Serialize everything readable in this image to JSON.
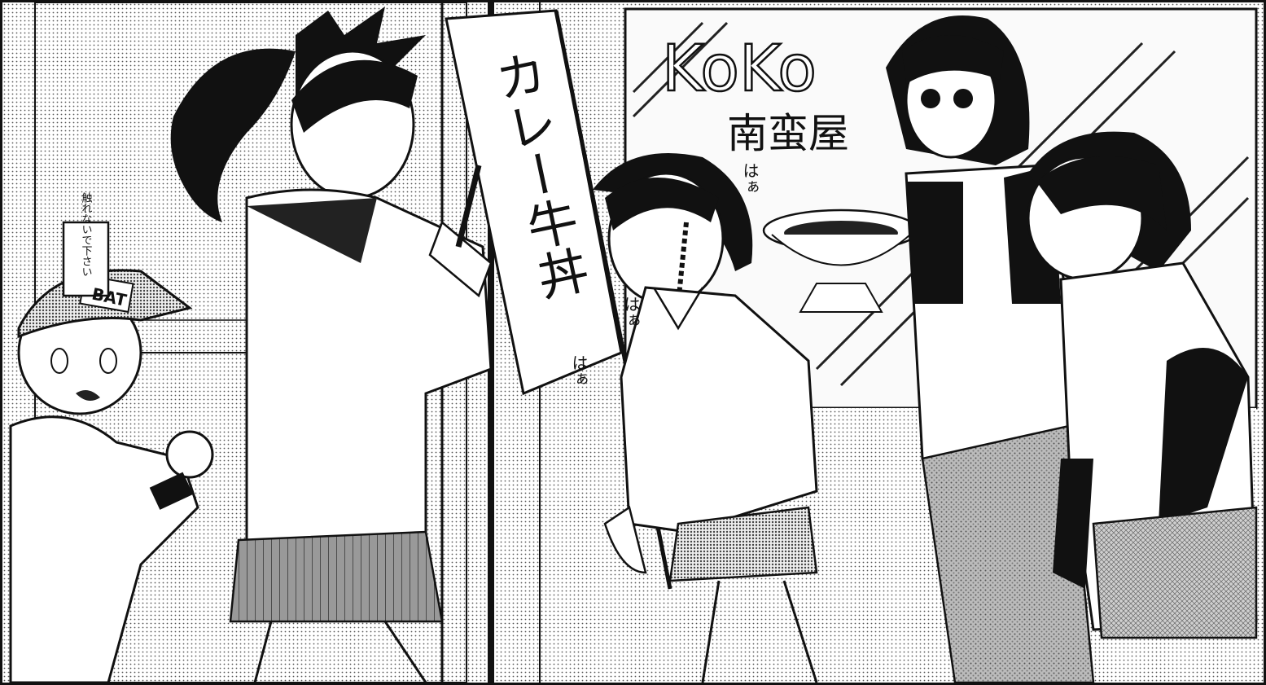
{
  "scene": {
    "store_sign_latin": "KoKo",
    "store_sign_japanese": "南蛮屋",
    "banner_text": "カレー牛丼",
    "wall_notice": "触れないで下さい",
    "cap_text": "BAT",
    "sound_effect": "はぁ"
  },
  "colors": {
    "ink": "#111111",
    "paper": "#ffffff",
    "screentone": "#bdbdbd"
  }
}
